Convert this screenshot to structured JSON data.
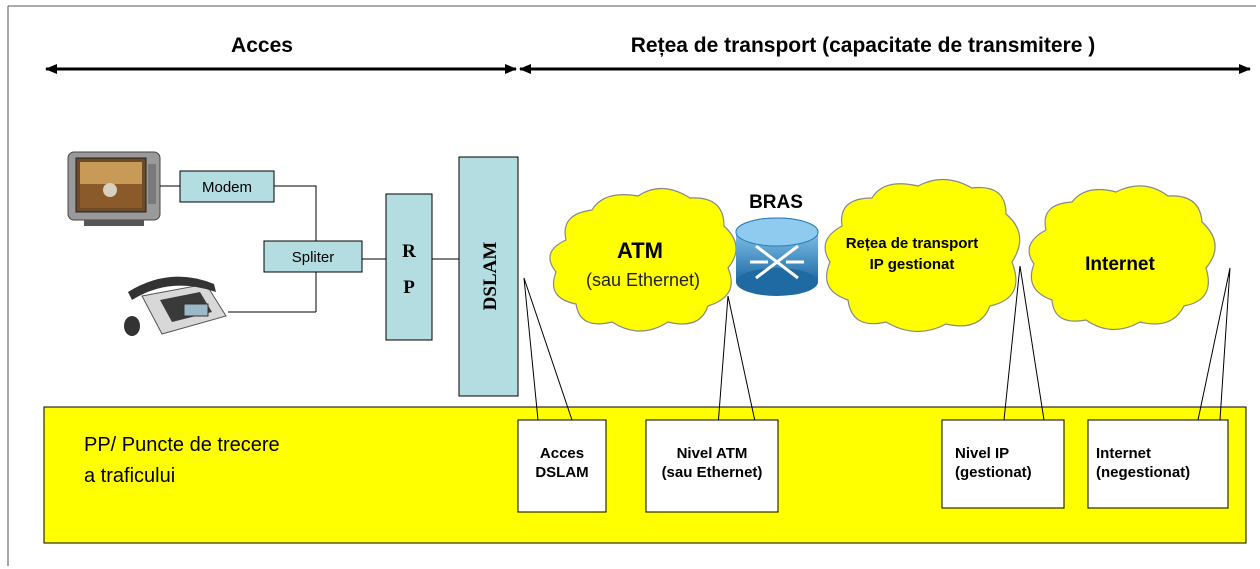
{
  "header": {
    "access_label": "Acces",
    "transport_label": "Rețea de  transport (capacitate de transmitere )"
  },
  "access_devices": {
    "modem_label": "Modem",
    "splitter_label": "Spliter",
    "rp_line1": "R",
    "rp_line2": "P",
    "dslam_label": "DSLAM"
  },
  "clouds": {
    "atm_title": "ATM",
    "atm_subtitle": "(sau Ethernet)",
    "ip_line1": "Rețea de transport",
    "ip_line2": "IP gestionat",
    "internet_label": "Internet"
  },
  "router": {
    "label": "BRAS"
  },
  "traffic_band": {
    "title_line1": "PP/ Puncte de trecere",
    "title_line2": "a traficului"
  },
  "callouts": [
    {
      "line1": "Acces",
      "line2": "DSLAM"
    },
    {
      "line1": "Nivel ATM",
      "line2": "(sau Ethernet)"
    },
    {
      "line1": "Nivel IP",
      "line2": "(gestionat)"
    },
    {
      "line1": "Internet",
      "line2": "(negestionat)"
    }
  ],
  "colors": {
    "band_yellow": "#ffff00",
    "cloud_yellow": "#ffff00",
    "device_box_fill": "#b4dde2",
    "router_blue": "#3d8fc7"
  }
}
